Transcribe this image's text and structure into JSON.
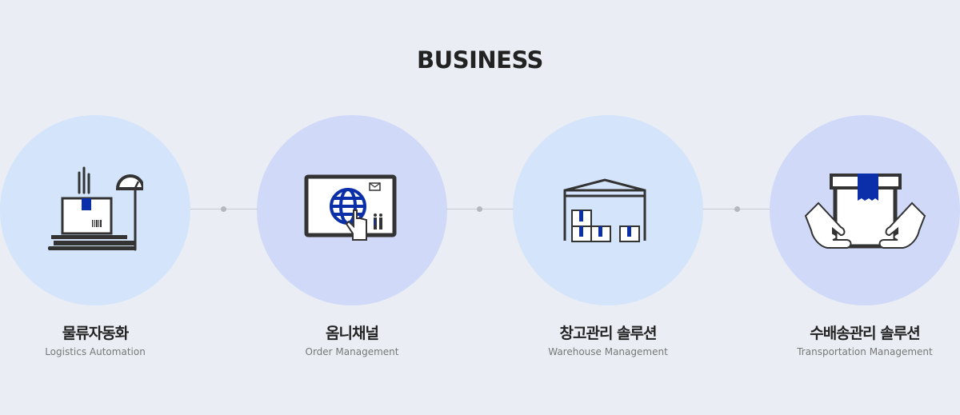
{
  "title": "BUSINESS",
  "items": [
    {
      "ko": "물류자동화",
      "en": "Logistics Automation",
      "icon": "scale-box-icon"
    },
    {
      "ko": "옴니채널",
      "en": "Order Management",
      "icon": "globe-touch-screen-icon"
    },
    {
      "ko": "창고관리 솔루션",
      "en": "Warehouse Management",
      "icon": "warehouse-icon"
    },
    {
      "ko": "수배송관리 솔루션",
      "en": "Transportation Management",
      "icon": "hands-box-icon"
    }
  ],
  "colors": {
    "accent": "#0a2fa8",
    "dark": "#333333",
    "circle_a": "#d3e4fb",
    "circle_b": "#d0daf8"
  }
}
